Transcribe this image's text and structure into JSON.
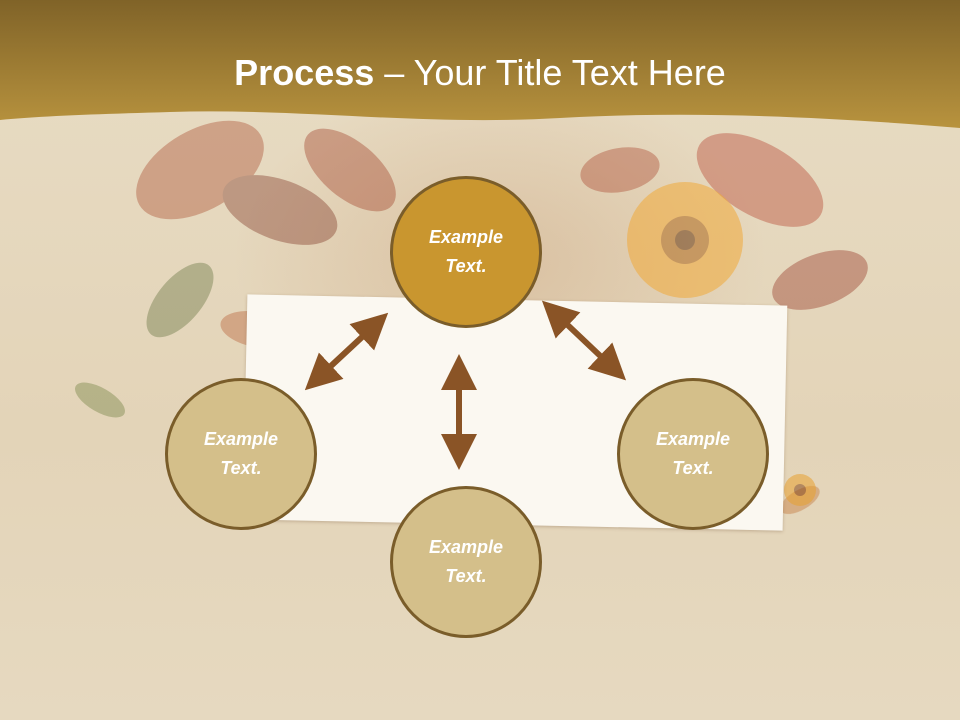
{
  "slide": {
    "title_bold": "Process",
    "title_dash": " – ",
    "title_rest": "Your Title Text Here"
  },
  "nodes": {
    "top": {
      "line1": "Example",
      "line2": "Text."
    },
    "left": {
      "line1": "Example",
      "line2": "Text."
    },
    "right": {
      "line1": "Example",
      "line2": "Text."
    },
    "bottom": {
      "line1": "Example",
      "line2": "Text."
    }
  },
  "colors": {
    "header": "#a9832f",
    "highlight_circle": "#c9962f",
    "circle": "#d4bf8a",
    "circle_border": "#7a5d2a",
    "arrow": "#8a5426",
    "background": "#e6d8be"
  },
  "icons": [
    "double-arrow-icon"
  ]
}
